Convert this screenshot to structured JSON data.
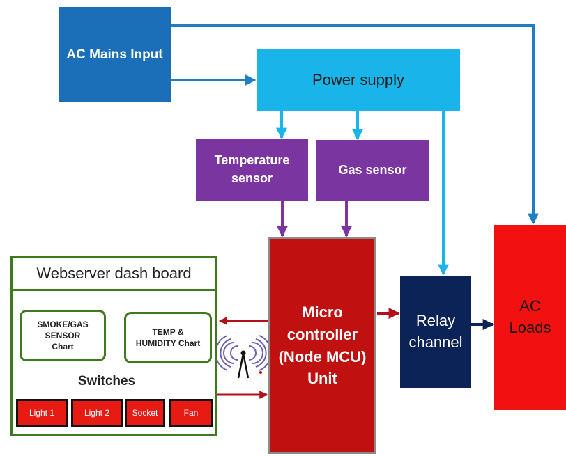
{
  "blocks": {
    "ac_mains": "AC Mains Input",
    "power_supply": "Power supply",
    "temperature_sensor": "Temperature\nsensor",
    "gas_sensor": "Gas sensor",
    "microcontroller": "Micro\ncontroller\n(Node MCU)\nUnit",
    "relay": "Relay\nchannel",
    "ac_loads": "AC\nLoads"
  },
  "dashboard": {
    "title": "Webserver dash board",
    "smoke_chart": "SMOKE/GAS\nSENSOR\nChart",
    "temp_chart": "TEMP &\nHUMIDITY Chart",
    "switches_title": "Switches",
    "switches": [
      "Light 1",
      "Light 2",
      "Socket",
      "Fan"
    ]
  },
  "colors": {
    "mains": "#1a6fb8",
    "power_supply": "#19b4ea",
    "sensors": "#7a35a0",
    "microcontroller": "#c0100f",
    "relay": "#0c2358",
    "loads": "#f31010",
    "dashboard_border": "#3f7a1e",
    "switch": "#e81a14"
  },
  "icons": {
    "wireless": "wifi-antenna-icon"
  }
}
